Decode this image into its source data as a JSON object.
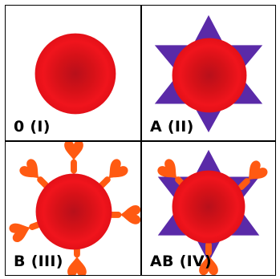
{
  "panels": [
    {
      "label": "0 (I)"
    },
    {
      "label": "A (II)"
    },
    {
      "label": "B (III)"
    },
    {
      "label": "AB (IV)"
    }
  ],
  "colors": {
    "cell": "#e8141c",
    "cell_center": "#b8101a",
    "antigen_a": "#5a2aa8",
    "antigen_b": "#ff5a12",
    "border": "#000000"
  },
  "icons": [
    "red-blood-cell-icon",
    "a-antigen-star-icon",
    "b-antigen-heart-icon"
  ]
}
